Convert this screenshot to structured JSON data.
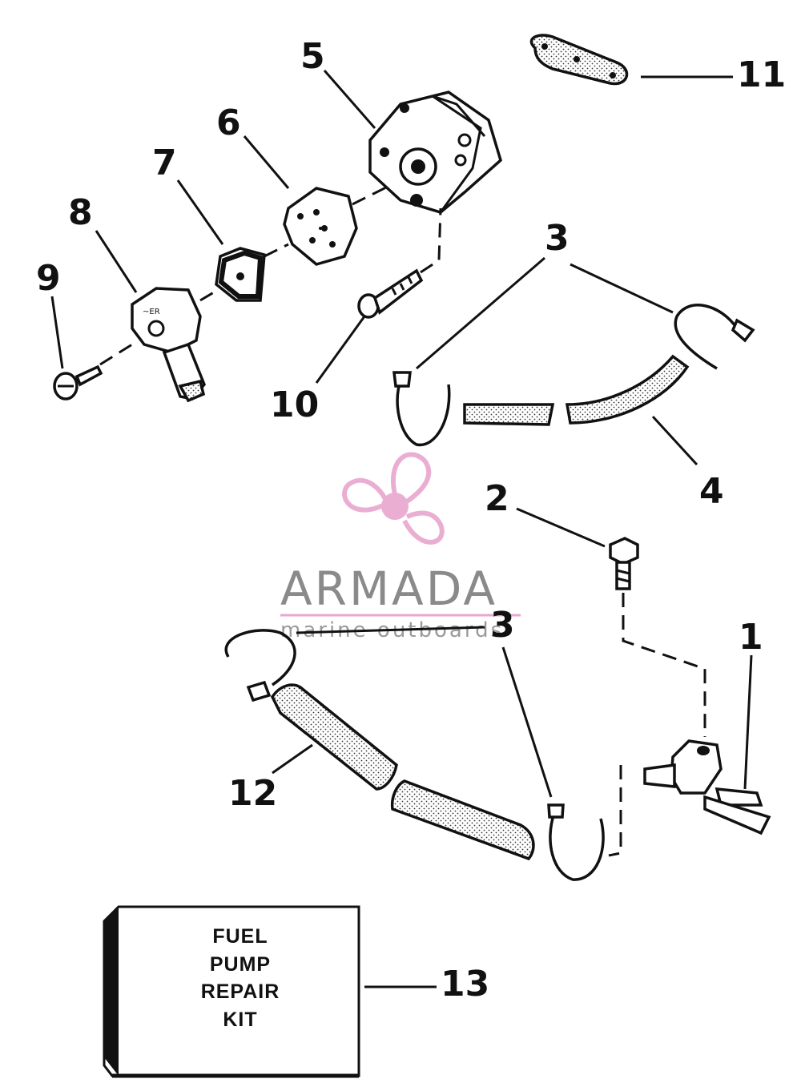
{
  "callouts": {
    "c1": "1",
    "c2": "2",
    "c3a": "3",
    "c3b": "3",
    "c4": "4",
    "c5": "5",
    "c6": "6",
    "c7": "7",
    "c8": "8",
    "c9": "9",
    "c10": "10",
    "c11": "11",
    "c12": "12",
    "c13": "13"
  },
  "kit_box": {
    "line1": "FUEL",
    "line2": "PUMP",
    "line3": "REPAIR",
    "line4": "KIT"
  },
  "watermark": {
    "brand": "ARMADA",
    "tagline": "marine outboards",
    "color": "#e9a6cf"
  }
}
